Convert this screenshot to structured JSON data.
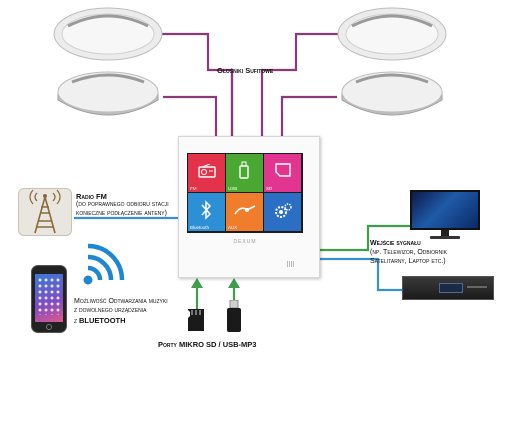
{
  "labels": {
    "ceiling_speakers": "Głośniki Sufitowe",
    "radio_title": "Radio FM",
    "radio_desc_1": "(do poprawnego odbioru stacji",
    "radio_desc_2": "konieczne podłączenie anteny)",
    "bt_line_1": "Możliwość Odtwarzania muzyki",
    "bt_line_2": "z dowolnego urządzenia",
    "bt_line_3_prefix": "z",
    "bt_line_3_bold": "BLUETOOTH",
    "inputs_title": "Wejście sygnału",
    "inputs_line_1": "(np. Telewizor, Odbiornik",
    "inputs_line_2": "Satelitarny, Laptop etc.)",
    "ports": "Porty MIKRO SD / USB-MP3"
  },
  "panel": {
    "brand": "DEXUM",
    "tiles": [
      {
        "label": "FM",
        "color": "#e3334b",
        "icon": "radio-icon"
      },
      {
        "label": "USB",
        "color": "#4aa832",
        "icon": "usb-icon"
      },
      {
        "label": "SD",
        "color": "#e2358f",
        "icon": "sd-card-icon"
      },
      {
        "label": "Bluetooth",
        "color": "#2d8fd6",
        "icon": "bluetooth-icon"
      },
      {
        "label": "AUX",
        "color": "#ef7d2b",
        "icon": "aux-cable-icon"
      },
      {
        "label": "",
        "color": "#2a6fc4",
        "icon": "settings-gear-icon"
      }
    ]
  },
  "colors": {
    "speaker_wire": "#8b3a78",
    "antenna_wire": "#3a8fd0",
    "input_wire_green": "#3f9d4c",
    "input_wire_blue": "#3a8fd0",
    "port_arrow": "#3f9d4c"
  }
}
